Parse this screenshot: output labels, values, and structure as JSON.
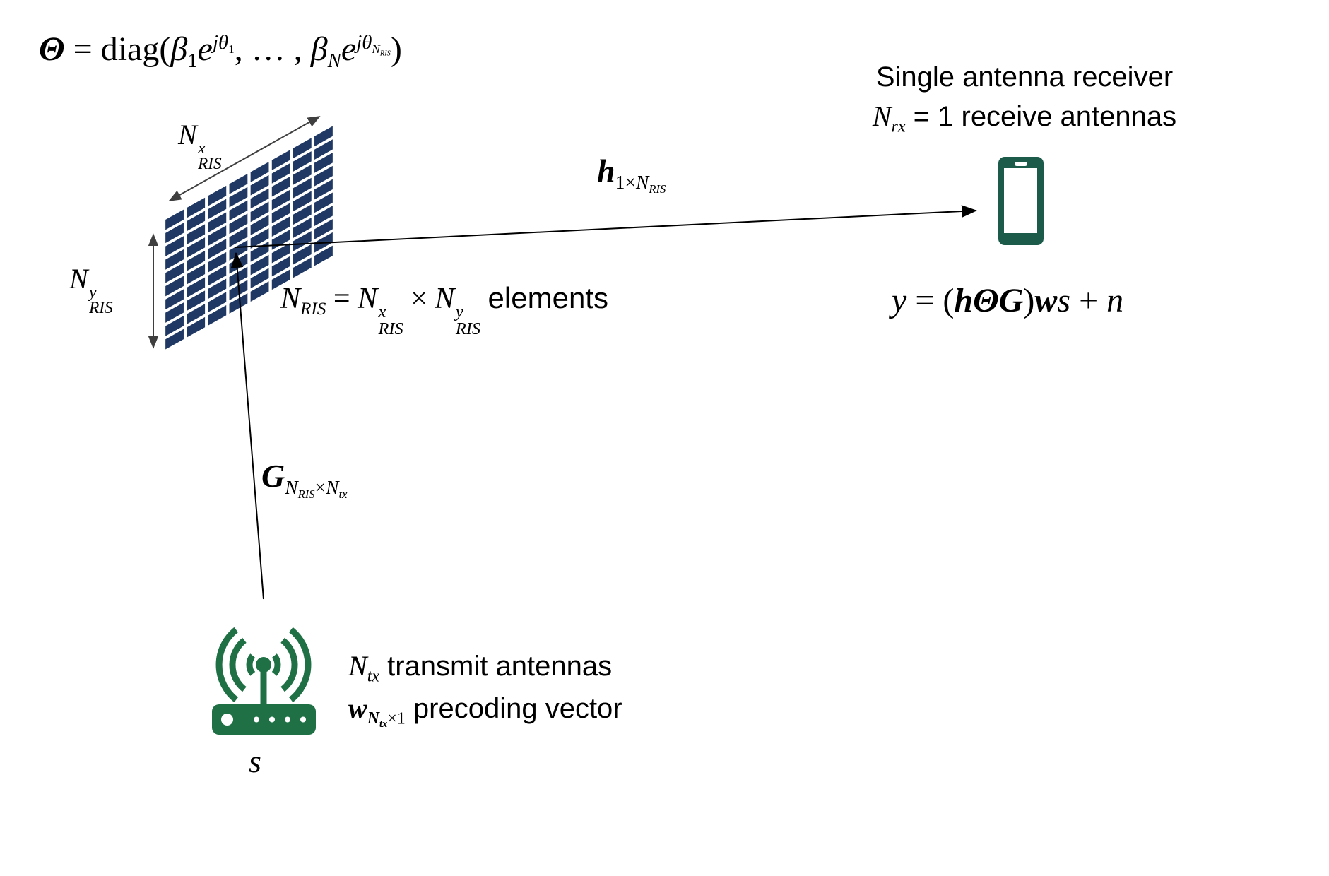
{
  "colors": {
    "background": "#FFFFFF",
    "panel_navy": "#1F3864",
    "dim_gray": "#3F3F3F",
    "line_black": "#000000",
    "phone_green": "#1C5B4A",
    "router_green": "#1F7145"
  },
  "ris_panel": {
    "cols": 8,
    "rows": 10,
    "description": "RIS reflective surface grid of elements"
  },
  "labels": {
    "theta_formula": "<b><i>Θ</i></b> = diag(<i>β</i><sub>1</sub><i>e</i><sup><i>jθ</i><sub>1</sub></sup>, … , <i>β</i><sub><i>N</i></sub><i>e</i><sup><i>jθ</i><sub><i>N</i><sub><i>RIS</i></sub></sub></sup>)",
    "nx_label": "<i>N</i><span class='ss'><span><i>x</i></span><span><i>RIS</i></span></span>",
    "ny_label": "<i>N</i><span class='ss'><span><i>y</i></span><span><i>RIS</i></span></span>",
    "nris_equation": "<i>N</i><sub><i>RIS</i></sub> = <i>N</i><span class='ss'><span><i>x</i></span><span><i>RIS</i></span></span> × <i>N</i><span class='ss'><span><i>y</i></span><span><i>RIS</i></span></span> <span class='sans'>elements</span>",
    "h_channel": "<b><i>h</i></b><sub>1×<i>N</i><sub><i>RIS</i></sub></sub>",
    "receiver_line1": "Single antenna receiver",
    "receiver_line2": "<span class='math'><i>N</i><sub><i>rx</i></sub></span> = 1 receive antennas",
    "y_equation": "<i>y</i> = (<b><i>hΘG</i></b>)<b><i>w</i></b><i>s</i> + <i>n</i>",
    "g_channel": "<b><i>G</i></b><sub><i>N</i><sub><i>RIS</i></sub>×<i>N</i><sub><i>tx</i></sub></sub>",
    "tx_line1": "<span class='math'><i>N</i><sub><i>tx</i></sub></span> transmit antennas",
    "tx_line2": "<span class='math'><b><i>w</i></b><sub><b><i>N</i><sub><i>tx</i></sub></b>×1</sub></span> precoding vector",
    "s_symbol": "<i>s</i>"
  }
}
